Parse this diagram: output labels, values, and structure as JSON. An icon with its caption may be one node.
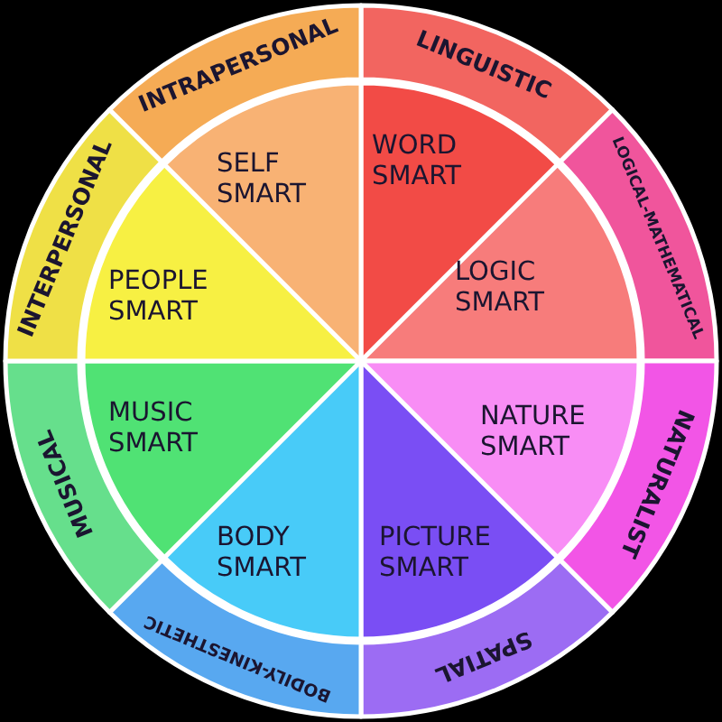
{
  "diagram": {
    "nodes": [
      {
        "text": [
          "LINGUISTIC"
        ]
      },
      {
        "text": [
          "WORD SMART"
        ]
      },
      {
        "text": [
          "LOGICAL-MATHEMATICAL"
        ]
      },
      {
        "text": [
          "LOGIC SMART"
        ]
      },
      {
        "text": [
          "NATURALIST"
        ]
      },
      {
        "text": [
          "NATURE SMART"
        ]
      },
      {
        "text": [
          "SPATIAL"
        ]
      },
      {
        "text": [
          "PICTURE SMART"
        ]
      },
      {
        "text": [
          "BODILY-KINESTHETIC"
        ]
      },
      {
        "text": [
          "BODY SMART"
        ]
      },
      {
        "text": [
          "MUSICAL"
        ]
      },
      {
        "text": [
          "MUSIC SMART"
        ]
      },
      {
        "text": [
          "INTERPERSONAL"
        ]
      },
      {
        "text": [
          "PEOPLE SMART"
        ]
      },
      {
        "text": [
          "INTRAPERSONAL"
        ]
      },
      {
        "text": [
          "SELF SMART"
        ]
      }
    ]
  }
}
